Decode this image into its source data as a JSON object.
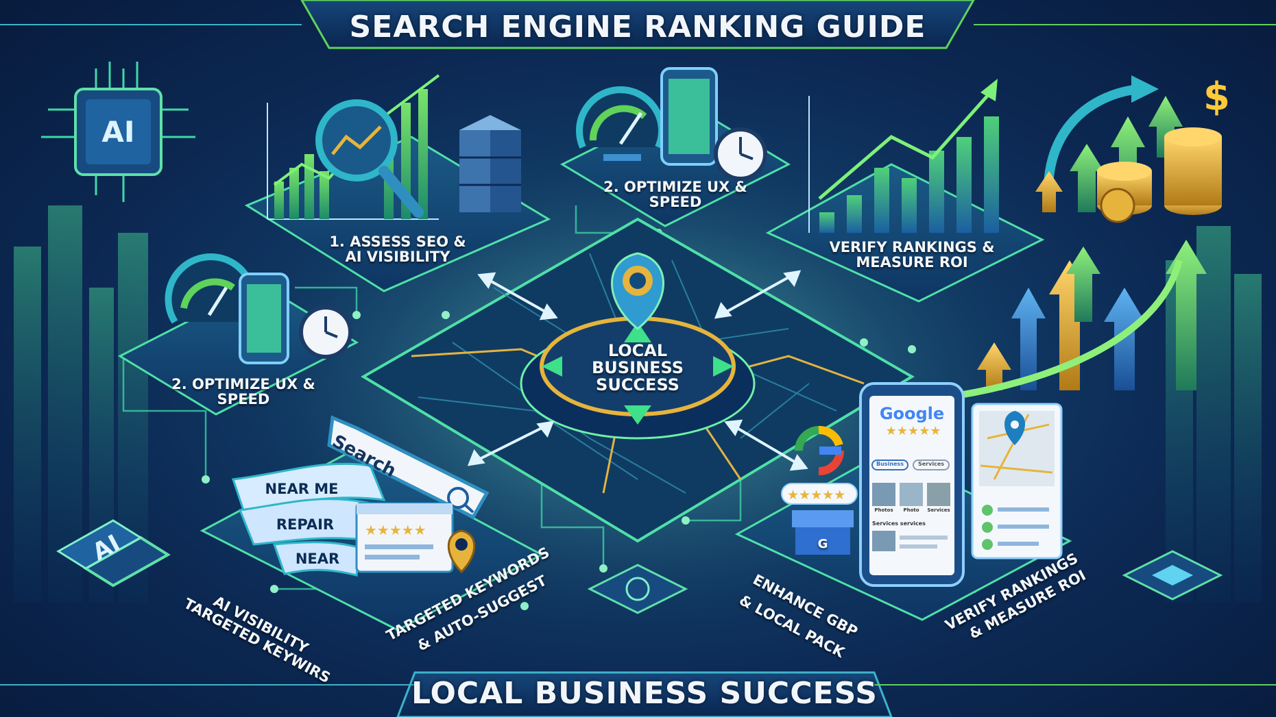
{
  "title": "SEARCH ENGINE RANKING GUIDE",
  "footer": "LOCAL BUSINESS SUCCESS",
  "center_badge": "LOCAL BUSINESS SUCCESS",
  "ai_chip_top": "AI",
  "ai_chip_bottom": "AI",
  "panels": {
    "assess": "1. ASSESS SEO & AI VISIBILITY",
    "optimize_top": "2. OPTIMIZE UX & SPEED",
    "verify_top": "VERIFY RANKINGS & MEASURE ROI",
    "optimize_left": "2. OPTIMIZE UX & SPEED"
  },
  "edge_labels": {
    "targeted_ai_line1": "TARGETED KEYWIRS",
    "targeted_ai_line2": "AI VISIBILITY",
    "targeted_auto_line1": "TARGETED KEYWORDS",
    "targeted_auto_line2": "& AUTO-SUGGEST",
    "enhance_line1": "ENHANCE GBP",
    "enhance_line2": "& LOCAL PACK",
    "verify_line1": "VERIFY RANKINGS",
    "verify_line2": "& MEASURE ROI"
  },
  "search_box": "Search",
  "keyword_ribbons": [
    "NEAR ME",
    "REPAIR",
    "NEAR"
  ],
  "google_card": {
    "brand": "Google",
    "tab1": "Business",
    "tab2": "Services",
    "thumb_labels": [
      "Photos",
      "Photo",
      "Services"
    ],
    "section": "Services services",
    "glogo": "G"
  },
  "icons": [
    "ai-chip-icon",
    "magnifier-icon",
    "server-icon",
    "speedometer-icon",
    "phone-icon",
    "clock-icon",
    "bar-chart-icon",
    "coins-icon",
    "dollar-icon",
    "map-pin-icon",
    "google-icon",
    "store-icon",
    "star-icon"
  ],
  "colors": {
    "navy": "#0a2245",
    "green": "#5fd35a",
    "teal": "#2fb6c9",
    "gold": "#e7b43c",
    "white": "#f2f6fb"
  }
}
